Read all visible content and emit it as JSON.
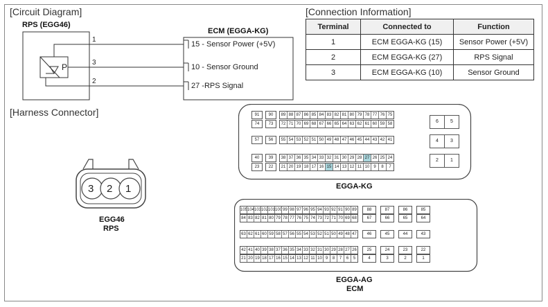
{
  "sections": {
    "circuit": "[Circuit Diagram]",
    "connection": "[Connection Information]",
    "harness": "[Harness Connector]"
  },
  "circuit": {
    "rps_label": "RPS (EGG46)",
    "ecm_label": "ECM (EGGA-KG)",
    "sensor_letter": "P",
    "pins": [
      "1",
      "3",
      "2"
    ],
    "ecm_pins": [
      "15 - Sensor Power (+5V)",
      "10 - Sensor Ground",
      "27 -RPS Signal"
    ]
  },
  "connection_table": {
    "headers": [
      "Terminal",
      "Connected to",
      "Function"
    ],
    "rows": [
      [
        "1",
        "ECM EGGA-KG (15)",
        "Sensor Power (+5V)"
      ],
      [
        "2",
        "ECM EGGA-KG (27)",
        "RPS Signal"
      ],
      [
        "3",
        "ECM EGGA-KG (10)",
        "Sensor Ground"
      ]
    ]
  },
  "harness": {
    "rps_pins": [
      "3",
      "2",
      "1"
    ],
    "rps_label1": "EGG46",
    "rps_label2": "RPS",
    "kg_label": "EGGA-KG",
    "ag_label1": "EGGA-AG",
    "ag_label2": "ECM",
    "highlight_pins": [
      "15",
      "27"
    ],
    "kg_rows": [
      [
        "91",
        "90",
        "89",
        "88",
        "87",
        "86",
        "85",
        "84",
        "83",
        "82",
        "81",
        "80",
        "79",
        "78",
        "77",
        "76",
        "75"
      ],
      [
        "74",
        "73",
        "72",
        "71",
        "70",
        "69",
        "68",
        "67",
        "66",
        "65",
        "64",
        "63",
        "62",
        "61",
        "60",
        "59",
        "58"
      ],
      [
        "57",
        "56",
        "55",
        "54",
        "53",
        "52",
        "51",
        "50",
        "49",
        "48",
        "47",
        "46",
        "45",
        "44",
        "43",
        "42",
        "41"
      ],
      [
        "40",
        "39",
        "38",
        "37",
        "36",
        "35",
        "34",
        "33",
        "32",
        "31",
        "30",
        "29",
        "28",
        "27",
        "26",
        "25",
        "24"
      ],
      [
        "23",
        "22",
        "21",
        "20",
        "19",
        "18",
        "17",
        "16",
        "15",
        "14",
        "13",
        "12",
        "11",
        "10",
        "9",
        "8",
        "7"
      ]
    ],
    "kg_small": [
      [
        "6",
        "5"
      ],
      [
        "4",
        "3"
      ],
      [
        "2",
        "1"
      ]
    ],
    "ag_rows": [
      [
        "105",
        "104",
        "103",
        "102",
        "101",
        "100",
        "99",
        "98",
        "97",
        "96",
        "95",
        "94",
        "93",
        "92",
        "91",
        "90",
        "89",
        "88",
        "87",
        "86",
        "85"
      ],
      [
        "84",
        "83",
        "82",
        "81",
        "80",
        "79",
        "78",
        "77",
        "76",
        "75",
        "74",
        "73",
        "72",
        "71",
        "70",
        "69",
        "68",
        "67",
        "66",
        "65",
        "64"
      ],
      [
        "63",
        "62",
        "61",
        "60",
        "59",
        "58",
        "57",
        "56",
        "55",
        "54",
        "53",
        "52",
        "51",
        "50",
        "49",
        "48",
        "47",
        "46",
        "45",
        "44",
        "43"
      ],
      [
        "42",
        "41",
        "40",
        "39",
        "38",
        "37",
        "36",
        "35",
        "34",
        "33",
        "32",
        "31",
        "30",
        "29",
        "28",
        "27",
        "26",
        "25",
        "24",
        "23",
        "22"
      ],
      [
        "21",
        "20",
        "19",
        "18",
        "17",
        "16",
        "15",
        "14",
        "13",
        "12",
        "11",
        "10",
        "9",
        "8",
        "7",
        "6",
        "5",
        "4",
        "3",
        "2",
        "1"
      ]
    ]
  }
}
